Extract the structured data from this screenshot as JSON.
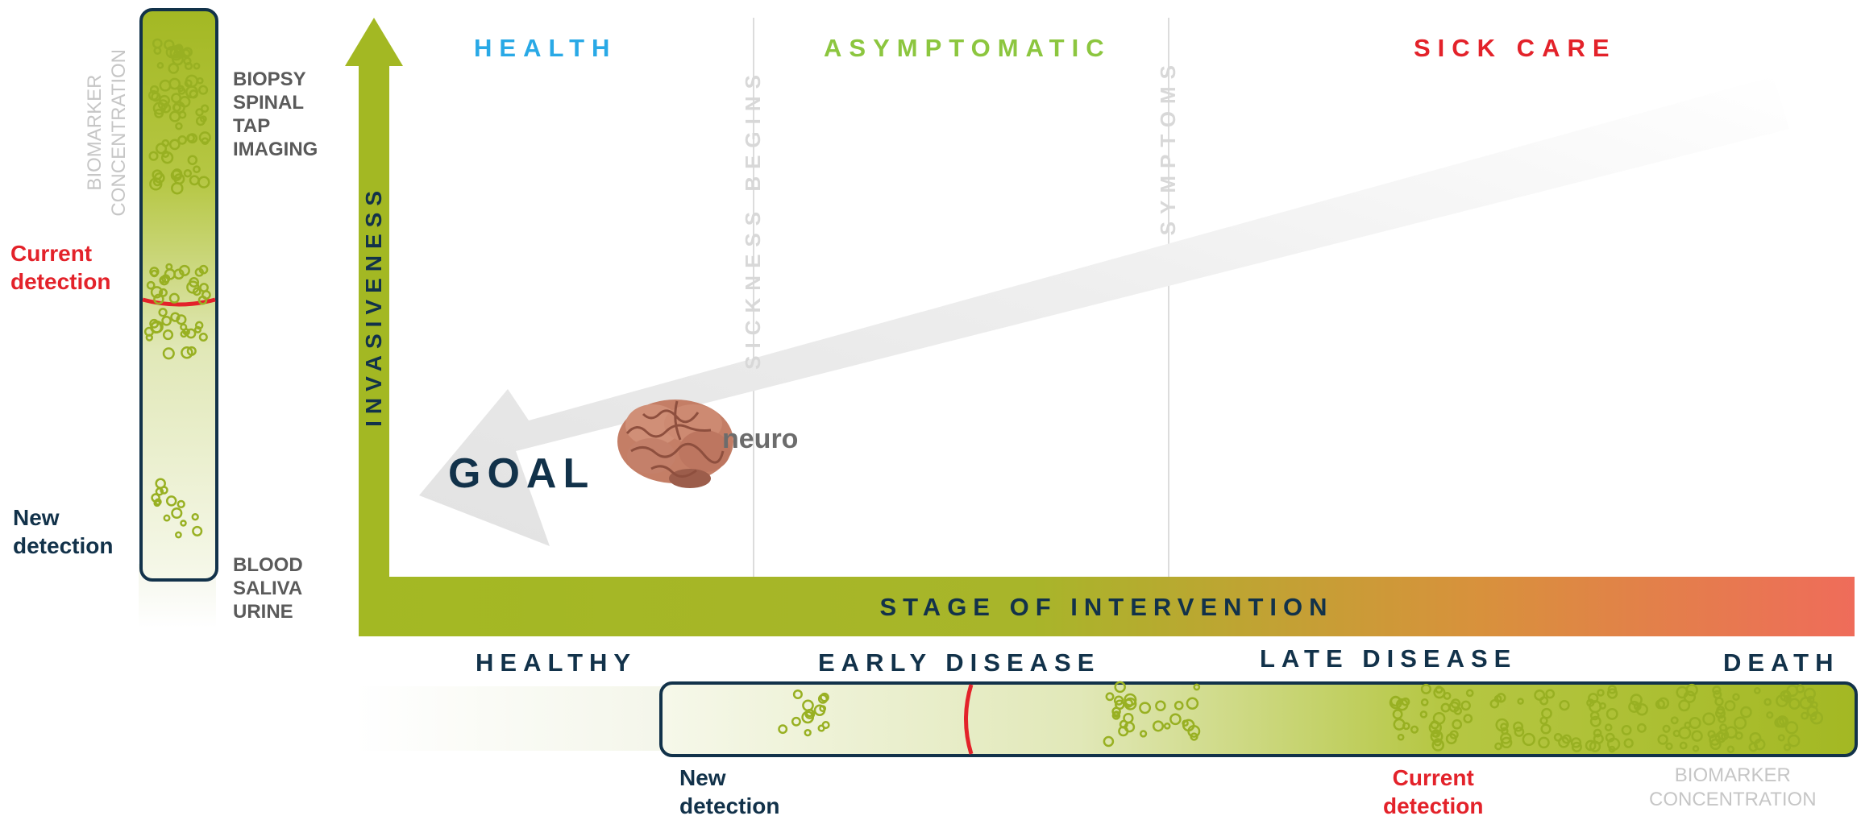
{
  "header": {
    "health": "HEALTH",
    "asymptomatic": "ASYMPTOMATIC",
    "sick_care": "SICK CARE",
    "health_color": "#29a9e6",
    "asymptomatic_color": "#8cc63f",
    "sick_care_color": "#e3222a"
  },
  "dividers": {
    "sickness_begins": "SICKNESS BEGINS",
    "symptoms": "SYMPTOMS"
  },
  "axes": {
    "y_label": "INVASIVENESS",
    "x_label": "STAGE OF INTERVENTION",
    "axis_color": "#a3b823",
    "gradient_end": "#ef6c5a"
  },
  "goal": {
    "label": "GOAL",
    "brain_caption": "neuro"
  },
  "stages": {
    "healthy": "HEALTHY",
    "early_disease": "EARLY DISEASE",
    "late_disease": "LATE DISEASE",
    "death": "DEATH"
  },
  "left_panel": {
    "biomarker_label": "BIOMARKER\nCONCENTRATION",
    "invasive_tests": "BIOPSY\nSPINAL\nTAP\nIMAGING",
    "noninvasive_tests": "BLOOD\nSALIVA\nURINE",
    "current_detection": "Current\ndetection",
    "new_detection": "New\ndetection"
  },
  "bottom_panel": {
    "new_detection": "New\ndetection",
    "current_detection": "Current\ndetection",
    "biomarker_label": "BIOMARKER\nCONCENTRATION"
  }
}
